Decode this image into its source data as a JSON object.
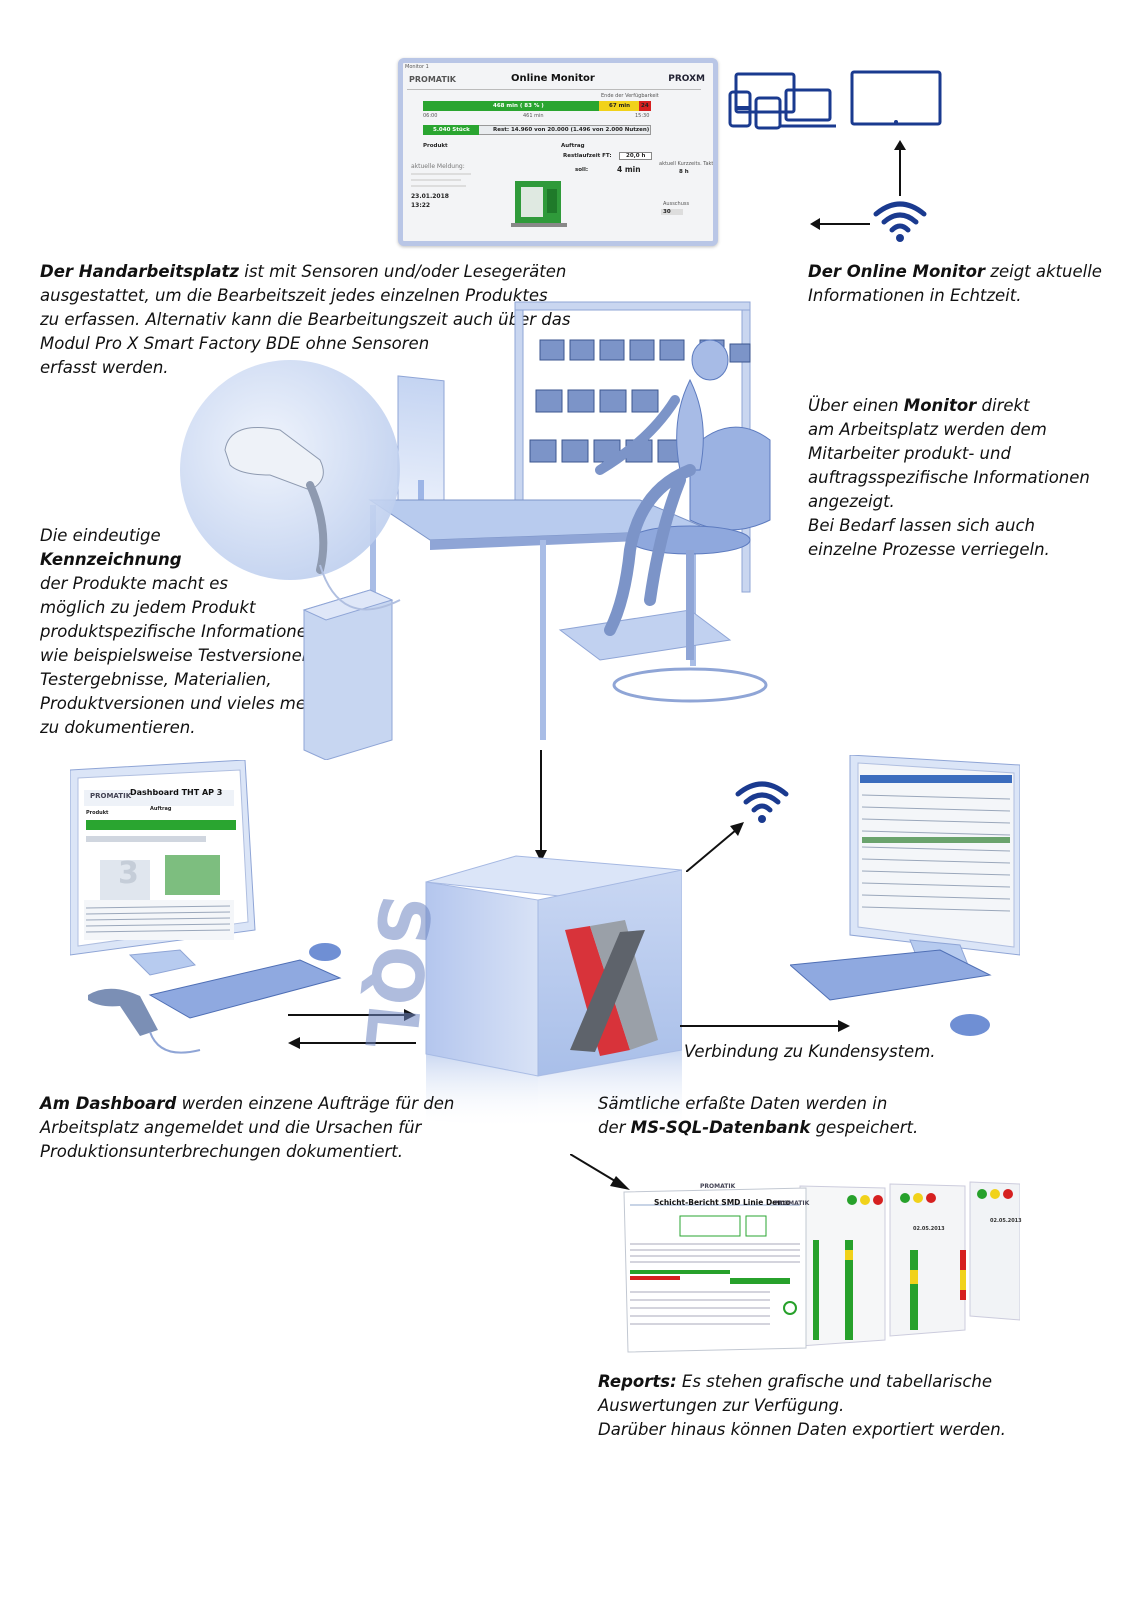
{
  "online_monitor": {
    "header_small": "Monitor 1",
    "logo_left": "PROMATIK",
    "title": "Online Monitor",
    "logo_right": "PROXM",
    "bar1_text": "468 min ( 83 % )",
    "bar1_red_text": "67 min",
    "bar1_red2_text": "24",
    "bar_label": "Ende der Verfügbarkeit",
    "time_left": "06:00",
    "time_mid": "461 min",
    "time_right": "15:30",
    "count_text": "5.040 Stück",
    "rest_text": "Rest: 14.960 von 20.000  (1.496 von 2.000 Nutzen)",
    "produkt_label": "Produkt",
    "auftrag_label": "Auftrag",
    "restlaufzeit_label": "Restlaufzeit FT:",
    "restlaufzeit_value": "20,0 h",
    "soll_label": "soll:",
    "soll_value": "4 min",
    "aktuelle_meldung": "aktuelle Meldung:",
    "date": "23.01.2018",
    "time": "13:22",
    "zeit_label": "aktuell Kurzzeits. Takt:",
    "zeit_value": "8 h",
    "ausschuss_label": "Ausschuss",
    "ausschuss_value": "30"
  },
  "captions": {
    "online_monitor": {
      "bold": "Der Online Monitor",
      "rest": " zeigt aktuelle",
      "line2": "Informationen in Echtzeit."
    },
    "handarbeitsplatz": {
      "bold": "Der Handarbeitsplatz",
      "rest": " ist mit Sensoren und/oder Lesegeräten",
      "line2": "ausgestattet, um die Bearbeitszeit jedes einzelnen Produktes",
      "line3": "zu erfassen. Alternativ kann die Bearbeitungszeit auch über das",
      "line4": "Modul Pro X Smart Factory BDE ohne Sensoren",
      "line5": "erfasst werden."
    },
    "monitor": {
      "line1_pre": "Über einen ",
      "bold": "Monitor",
      "line1_post": " direkt",
      "line2": "am Arbeitsplatz werden dem",
      "line3": "Mitarbeiter produkt- und",
      "line4": "auftragsspezifische  Informationen",
      "line5": "angezeigt.",
      "line6": "Bei Bedarf lassen sich auch",
      "line7": "einzelne Prozesse verriegeln."
    },
    "kennzeichnung": {
      "line1": "Die eindeutige",
      "bold": "Kennzeichnung",
      "line3": "der Produkte macht es",
      "line4": "möglich zu jedem Produkt",
      "line5": "produktspezifische Informationen",
      "line6": "wie beispielsweise Testversionen,",
      "line7": "Testergebnisse, Materialien,",
      "line8": "Produktversionen und vieles mehr",
      "line9": "zu dokumentieren."
    },
    "verbindung": {
      "line1": "Verbindung zu Kundensystem."
    },
    "dashboard": {
      "bold": "Am Dashboard",
      "rest": " werden einzene Aufträge für den",
      "line2": "Arbeitsplatz angemeldet und die Ursachen für",
      "line3": "Produktionsunterbrechungen dokumentiert."
    },
    "datenbank": {
      "line1": "Sämtliche erfaßte Daten werden in",
      "line2_pre": "der ",
      "bold": "MS-SQL-Datenbank",
      "line2_post": " gespeichert."
    },
    "reports": {
      "bold": "Reports:",
      "rest": " Es stehen grafische und tabellarische",
      "line2": "Auswertungen zur Verfügung.",
      "line3": "Darüber hinaus können Daten exportiert werden."
    }
  },
  "dashboard_screen": {
    "logo": "PROMATIK",
    "title": "Dashboard  THT AP 3",
    "produkt_label": "Produkt",
    "auftrag_label": "Auftrag",
    "big_number": "3"
  },
  "cube": {
    "sql_text": "SQL",
    "x_text": "X"
  },
  "report_screen": {
    "logo": "PROMATIK",
    "title": "Schicht-Bericht  SMD Linie Demo",
    "logo_right": "PROMATIK",
    "date1": "02.05.2013",
    "date2": "02.05.2013"
  },
  "colors": {
    "accent_blue": "#1a3a8f",
    "green": "#27a12b",
    "red": "#d62020",
    "yellow": "#f1d21a",
    "glass_blue": "#9db5e6"
  }
}
